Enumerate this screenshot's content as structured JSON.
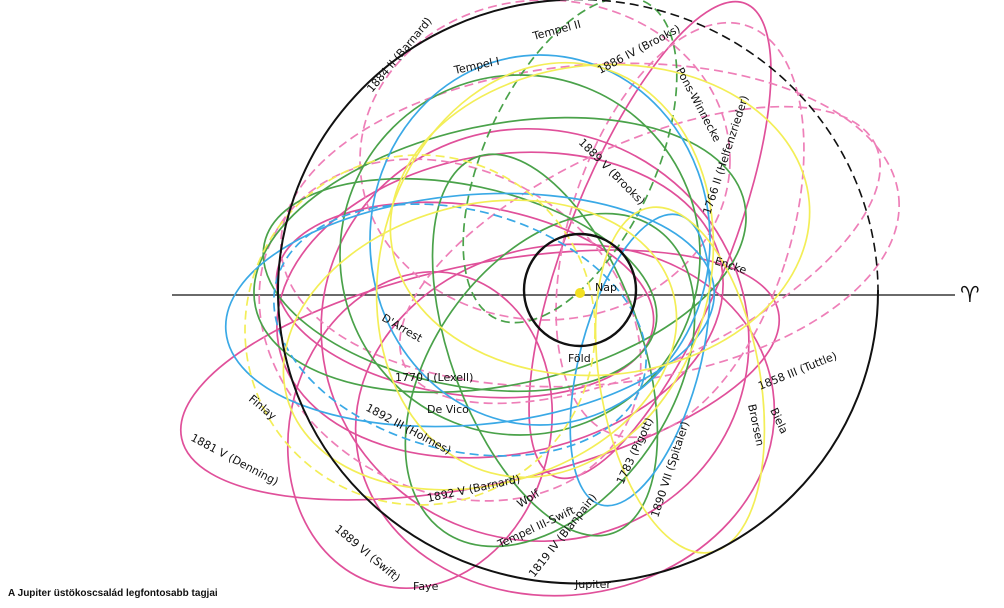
{
  "caption": "A Jupiter üstökoscsalád legfontosabb tagjai",
  "equinox_symbol": "♈",
  "colors": {
    "pink": "#e0509a",
    "pink_light": "#ee7fb8",
    "green": "#4aa24a",
    "blue": "#3aa9e6",
    "yellow": "#f3ee57",
    "black": "#111111",
    "sun": "#f2e022"
  },
  "bodies": {
    "sun": "Nap",
    "earth": "Föld",
    "jupiter": "Jupiter"
  },
  "comets": [
    "1884 II (Barnard)",
    "Tempel II",
    "Tempel I",
    "1886 IV (Brooks)",
    "Pons-Winnecke",
    "1766 II (Helfenzrieder)",
    "1889 V (Brooks)",
    "Encke",
    "D'Arrest",
    "1770 I (Lexell)",
    "De Vico",
    "1892 III (Holmes)",
    "Finlay",
    "1881 V (Denning)",
    "1858 III (Tuttle)",
    "Biela",
    "Brorsen",
    "1890 VII (Spitaler)",
    "1783 (Pigott)",
    "1892 V (Barnard)",
    "Wolf",
    "Tempel III-Swift",
    "1819 IV (Blanpain)",
    "1889 VI (Swift)",
    "Faye"
  ]
}
